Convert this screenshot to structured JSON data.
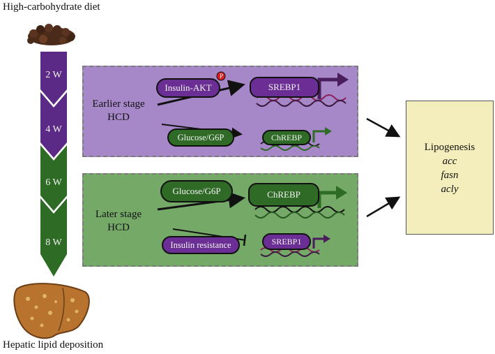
{
  "title_top": "High-carbohydrate diet",
  "title_bottom": "Hepatic lipid deposition",
  "timeline": {
    "weeks": [
      "2 W",
      "4 W",
      "6 W",
      "8 W"
    ]
  },
  "early_panel": {
    "stage_line1": "Earlier stage",
    "stage_line2": "HCD",
    "signal1": "Insulin-AKT",
    "phospho": "P",
    "signal2": "Glucose/G6P",
    "gene1": "SREBP1",
    "gene2": "ChREBP"
  },
  "late_panel": {
    "stage_line1": "Later stage",
    "stage_line2": "HCD",
    "signal1": "Glucose/G6P",
    "signal2": "Insulin resistance",
    "gene1": "ChREBP",
    "gene2": "SREBP1"
  },
  "outcome": {
    "title": "Lipogenesis",
    "genes": [
      "acc",
      "fasn",
      "acly"
    ]
  },
  "colors": {
    "purple_dark": "#5b2a86",
    "purple_panel": "#a688c9",
    "green_dark": "#2e6b25",
    "green_panel": "#74a968",
    "lipogenesis_box": "#f3eebc"
  }
}
